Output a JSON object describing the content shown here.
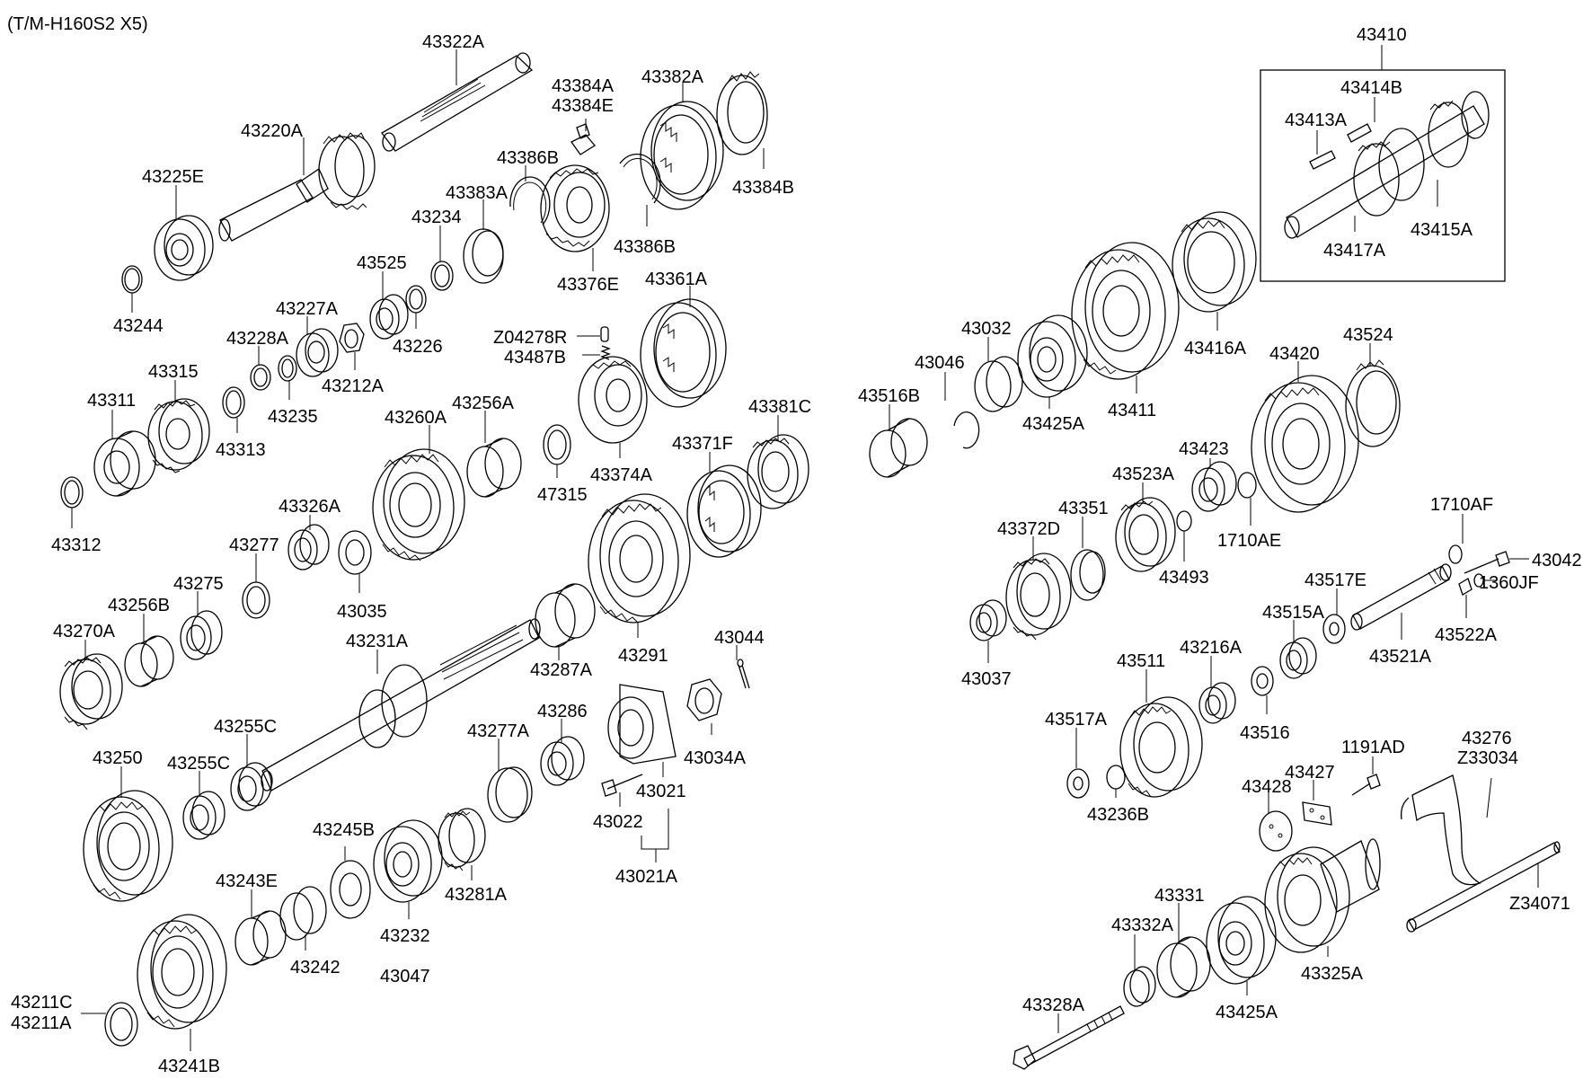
{
  "model_code": "(T/M-H160S2 X5)",
  "labels": {
    "l43322A": "43322A",
    "l43220A": "43220A",
    "l43225E": "43225E",
    "l43244": "43244",
    "l43384A": "43384A",
    "l43384E": "43384E",
    "l43382A": "43382A",
    "l43384B": "43384B",
    "l43386B_a": "43386B",
    "l43383A": "43383A",
    "l43234": "43234",
    "l43386B_b": "43386B",
    "l43376E": "43376E",
    "l43525": "43525",
    "l43226": "43226",
    "l43227A": "43227A",
    "l43228A": "43228A",
    "l43212A": "43212A",
    "l43235": "43235",
    "l43361A": "43361A",
    "lZ04278R": "Z04278R",
    "l43487B": "43487B",
    "l43374A": "43374A",
    "l43315": "43315",
    "l43311": "43311",
    "l43313": "43313",
    "l43312": "43312",
    "l43260A": "43260A",
    "l43256A": "43256A",
    "l47315": "47315",
    "l43371F": "43371F",
    "l43381C": "43381C",
    "l43326A": "43326A",
    "l43277": "43277",
    "l43035": "43035",
    "l43275": "43275",
    "l43256B": "43256B",
    "l43270A": "43270A",
    "l43231A": "43231A",
    "l43287A": "43287A",
    "l43291": "43291",
    "l43044": "43044",
    "l43255C_a": "43255C",
    "l43250": "43250",
    "l43255C_b": "43255C",
    "l43277A": "43277A",
    "l43286": "43286",
    "l43034A": "43034A",
    "l43021": "43021",
    "l43022": "43022",
    "l43021A": "43021A",
    "l43245B": "43245B",
    "l43243E": "43243E",
    "l43242": "43242",
    "l43232": "43232",
    "l43047": "43047",
    "l43281A": "43281A",
    "l43211C": "43211C",
    "l43211A": "43211A",
    "l43241B": "43241B",
    "l43410": "43410",
    "l43414B": "43414B",
    "l43413A": "43413A",
    "l43417A": "43417A",
    "l43415A": "43415A",
    "l43032": "43032",
    "l43046": "43046",
    "l43516B": "43516B",
    "l43425A_a": "43425A",
    "l43411": "43411",
    "l43416A": "43416A",
    "l43524": "43524",
    "l43420": "43420",
    "l43423": "43423",
    "l43523A": "43523A",
    "l1710AE": "1710AE",
    "l43493": "43493",
    "l43351": "43351",
    "l43372D": "43372D",
    "l43037": "43037",
    "l1710AF": "1710AF",
    "l43042": "43042",
    "l1360JF": "1360JF",
    "l43517E": "43517E",
    "l43515A": "43515A",
    "l43522A": "43522A",
    "l43521A": "43521A",
    "l43216A": "43216A",
    "l43511": "43511",
    "l43516": "43516",
    "l43517A": "43517A",
    "l43236B": "43236B",
    "l43427": "43427",
    "l1191AD": "1191AD",
    "l43428": "43428",
    "l43276": "43276",
    "lZ33034": "Z33034",
    "lZ34071": "Z34071",
    "l43331": "43331",
    "l43332A": "43332A",
    "l43325A": "43325A",
    "l43425A_b": "43425A",
    "l43328A": "43328A"
  }
}
